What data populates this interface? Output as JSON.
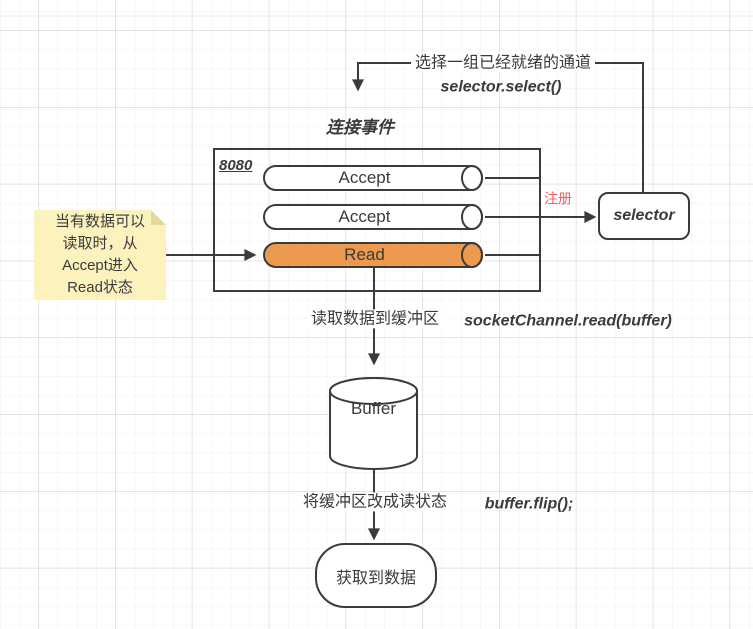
{
  "diagram": {
    "top_annotation": {
      "text": "选择一组已经就绪的通道",
      "code": "selector.select()"
    },
    "title": "连接事件",
    "port_label": "8080",
    "channels": [
      {
        "label": "Accept",
        "state": "accept"
      },
      {
        "label": "Accept",
        "state": "accept"
      },
      {
        "label": "Read",
        "state": "read"
      }
    ],
    "register_label": "注册",
    "selector_label": "selector",
    "note": {
      "lines": [
        "当有数据可以",
        "读取时，从",
        "Accept进入",
        "Read状态"
      ]
    },
    "read_edge": {
      "text": "读取数据到缓冲区",
      "code": "socketChannel.read(buffer)"
    },
    "buffer_label": "Buffer",
    "flip_edge": {
      "text": "将缓冲区改成读状态",
      "code": "buffer.flip();"
    },
    "result_label": "获取到数据",
    "colors": {
      "stroke": "#3b3b3b",
      "read_fill": "#EC9A50",
      "note_fill": "#FBF2BD",
      "note_fold": "#E6D79A",
      "register_red": "#F25C5C"
    }
  }
}
